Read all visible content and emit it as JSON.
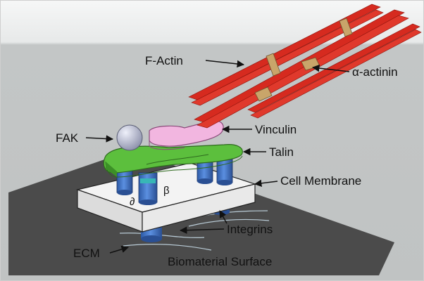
{
  "labels": {
    "f_actin": "F-Actin",
    "alpha_actinin": "α-actinin",
    "fak": "FAK",
    "vinculin": "Vinculin",
    "talin": "Talin",
    "cell_membrane": "Cell Membrane",
    "beta": "β",
    "alpha": "∂",
    "integrins": "Integrins",
    "ecm": "ECM",
    "biomaterial_surface": "Biomaterial Surface"
  },
  "colors": {
    "actin": "#d62a1f",
    "actinin": "#c9a56a",
    "fak": "#b9bed6",
    "vinculin": "#f2b6e0",
    "talin": "#5cbf3d",
    "integrin": "#3f74c8",
    "integrin_band": "#38b6b6",
    "membrane": "#eeeeee",
    "surface": "#4a4a4a",
    "background": "#c8cbcb"
  }
}
